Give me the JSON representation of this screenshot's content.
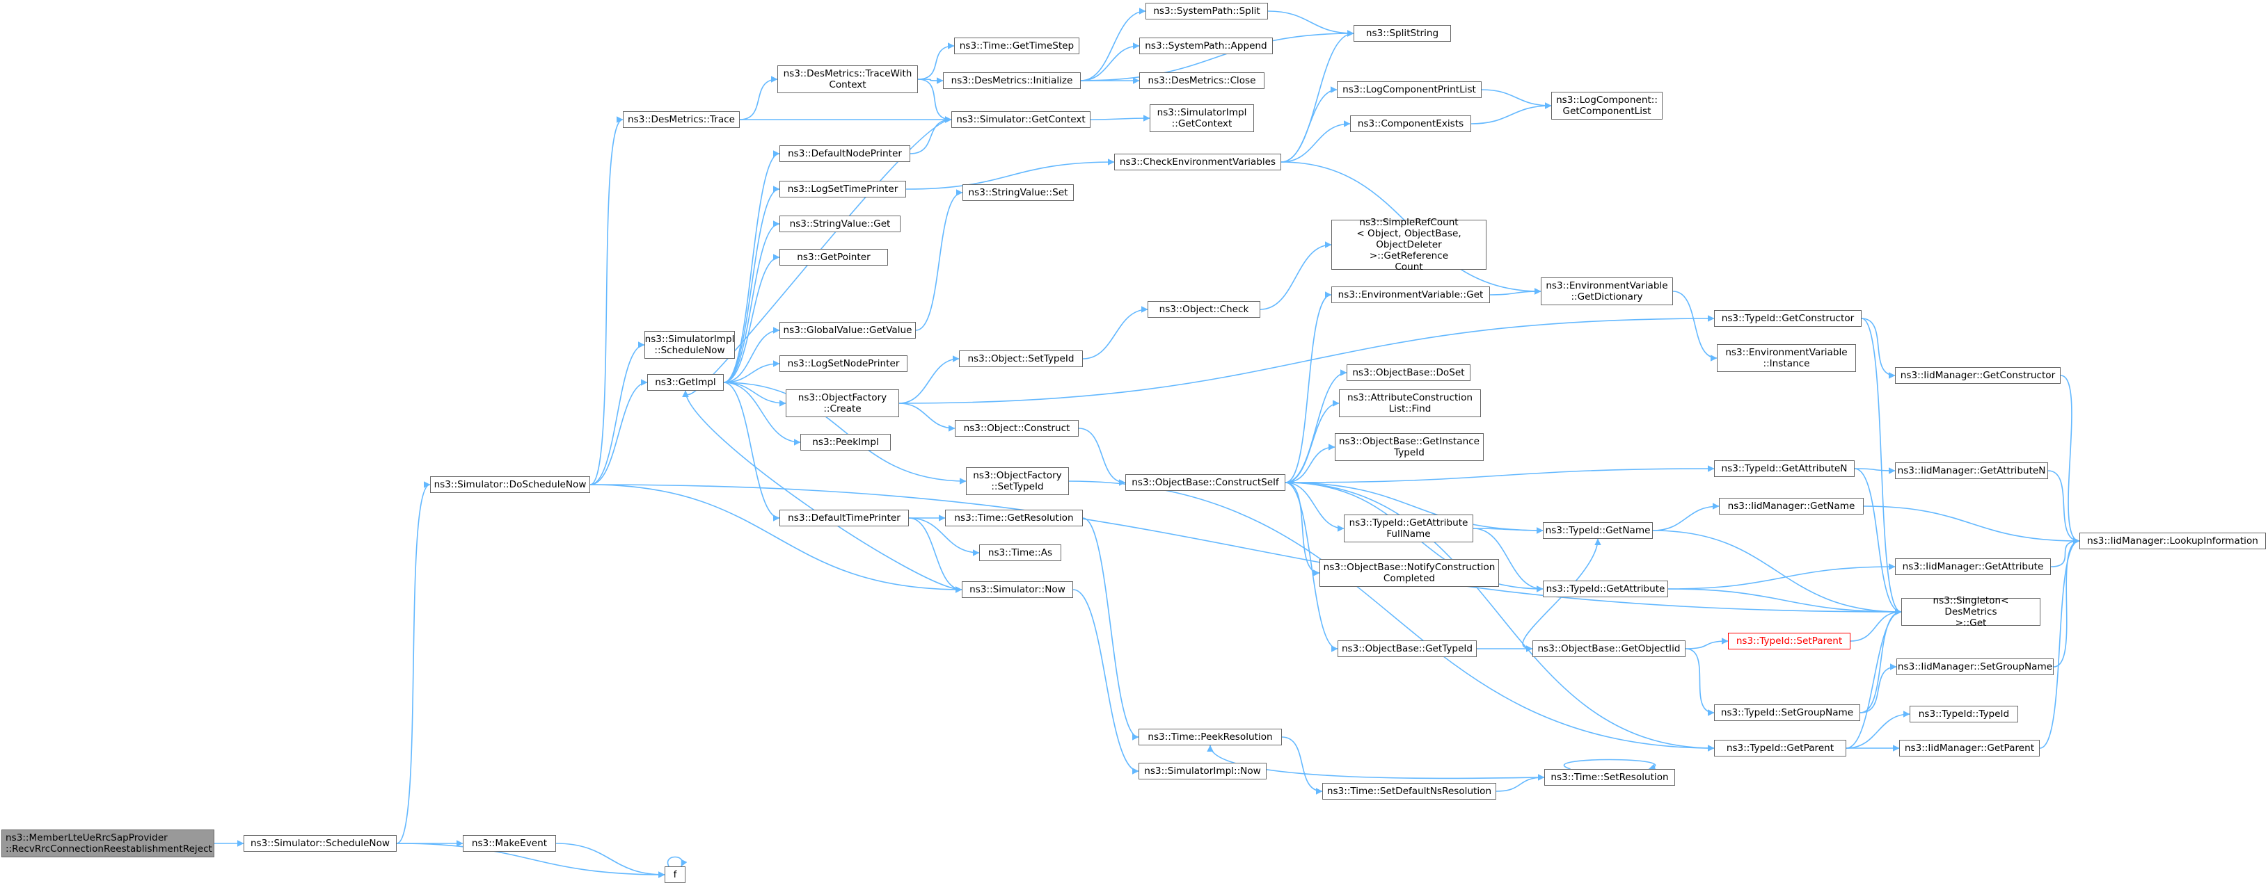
{
  "colors": {
    "edge": "#63b8ff",
    "node_border": "#666666",
    "root_fill": "#999999",
    "highlight_border": "#ff0000"
  },
  "nodes": [
    {
      "id": "root",
      "label": "ns3::MemberLteUeRrcSapProvider\n::RecvRrcConnectionReestablishmentReject"
    },
    {
      "id": "schedNow",
      "label": "ns3::Simulator::ScheduleNow"
    },
    {
      "id": "makeEvent",
      "label": "ns3::MakeEvent"
    },
    {
      "id": "f",
      "label": "f"
    },
    {
      "id": "doSchedNow",
      "label": "ns3::Simulator::DoScheduleNow"
    },
    {
      "id": "desTrace",
      "label": "ns3::DesMetrics::Trace"
    },
    {
      "id": "simImplSchedNow",
      "label": "ns3::SimulatorImpl\n::ScheduleNow"
    },
    {
      "id": "getImpl",
      "label": "ns3::GetImpl"
    },
    {
      "id": "simNow",
      "label": "ns3::Simulator::Now"
    },
    {
      "id": "traceWithCtx",
      "label": "ns3::DesMetrics::TraceWith\nContext"
    },
    {
      "id": "simGetContext",
      "label": "ns3::Simulator::GetContext"
    },
    {
      "id": "timeGetTimeStep",
      "label": "ns3::Time::GetTimeStep"
    },
    {
      "id": "desInit",
      "label": "ns3::DesMetrics::Initialize"
    },
    {
      "id": "sysSplit",
      "label": "ns3::SystemPath::Split"
    },
    {
      "id": "sysAppend",
      "label": "ns3::SystemPath::Append"
    },
    {
      "id": "desClose",
      "label": "ns3::DesMetrics::Close"
    },
    {
      "id": "splitString",
      "label": "ns3::SplitString"
    },
    {
      "id": "simImplGetCtx",
      "label": "ns3::SimulatorImpl\n::GetContext"
    },
    {
      "id": "defNodePrinter",
      "label": "ns3::DefaultNodePrinter"
    },
    {
      "id": "logSetTimePrinter",
      "label": "ns3::LogSetTimePrinter"
    },
    {
      "id": "strValGet",
      "label": "ns3::StringValue::Get"
    },
    {
      "id": "getPointer",
      "label": "ns3::GetPointer"
    },
    {
      "id": "gvGetValue",
      "label": "ns3::GlobalValue::GetValue"
    },
    {
      "id": "logSetNodePrinter",
      "label": "ns3::LogSetNodePrinter"
    },
    {
      "id": "objFactCreate",
      "label": "ns3::ObjectFactory\n::Create"
    },
    {
      "id": "peekImpl",
      "label": "ns3::PeekImpl"
    },
    {
      "id": "objFactSetTypeId",
      "label": "ns3::ObjectFactory\n::SetTypeId"
    },
    {
      "id": "defTimePrinter",
      "label": "ns3::DefaultTimePrinter"
    },
    {
      "id": "strValSet",
      "label": "ns3::StringValue::Set"
    },
    {
      "id": "checkEnvVars",
      "label": "ns3::CheckEnvironmentVariables"
    },
    {
      "id": "logCompPrintList",
      "label": "ns3::LogComponentPrintList"
    },
    {
      "id": "compExists",
      "label": "ns3::ComponentExists"
    },
    {
      "id": "logCompGetList",
      "label": "ns3::LogComponent::\nGetComponentList"
    },
    {
      "id": "simpleRefCount",
      "label": "ns3::SimpleRefCount\n< Object, ObjectBase,\nObjectDeleter >::GetReference\nCount"
    },
    {
      "id": "objCheck",
      "label": "ns3::Object::Check"
    },
    {
      "id": "objSetTypeId",
      "label": "ns3::Object::SetTypeId"
    },
    {
      "id": "objConstruct",
      "label": "ns3::Object::Construct"
    },
    {
      "id": "envVarGet",
      "label": "ns3::EnvironmentVariable::Get"
    },
    {
      "id": "envVarGetDict",
      "label": "ns3::EnvironmentVariable\n::GetDictionary"
    },
    {
      "id": "envVarInstance",
      "label": "ns3::EnvironmentVariable\n::Instance"
    },
    {
      "id": "typeIdGetCtor",
      "label": "ns3::TypeId::GetConstructor"
    },
    {
      "id": "iidGetCtor",
      "label": "ns3::IidManager::GetConstructor"
    },
    {
      "id": "objBaseDoSet",
      "label": "ns3::ObjectBase::DoSet"
    },
    {
      "id": "attrConstrFind",
      "label": "ns3::AttributeConstruction\nList::Find"
    },
    {
      "id": "objBaseGetInstTid",
      "label": "ns3::ObjectBase::GetInstance\nTypeId"
    },
    {
      "id": "objBaseConstructSelf",
      "label": "ns3::ObjectBase::ConstructSelf"
    },
    {
      "id": "typeIdGetAttrN",
      "label": "ns3::TypeId::GetAttributeN"
    },
    {
      "id": "iidGetAttrN",
      "label": "ns3::IidManager::GetAttributeN"
    },
    {
      "id": "timeGetRes",
      "label": "ns3::Time::GetResolution"
    },
    {
      "id": "timeAs",
      "label": "ns3::Time::As"
    },
    {
      "id": "typeIdGetAttrFullName",
      "label": "ns3::TypeId::GetAttribute\nFullName"
    },
    {
      "id": "typeIdGetName",
      "label": "ns3::TypeId::GetName"
    },
    {
      "id": "iidGetName",
      "label": "ns3::IidManager::GetName"
    },
    {
      "id": "iidLookup",
      "label": "ns3::IidManager::LookupInformation"
    },
    {
      "id": "objBaseNotify",
      "label": "ns3::ObjectBase::NotifyConstruction\nCompleted"
    },
    {
      "id": "typeIdGetAttr",
      "label": "ns3::TypeId::GetAttribute"
    },
    {
      "id": "iidGetAttr",
      "label": "ns3::IidManager::GetAttribute"
    },
    {
      "id": "singletonGet",
      "label": "ns3::Singleton< DesMetrics\n>::Get"
    },
    {
      "id": "objBaseGetTid",
      "label": "ns3::ObjectBase::GetTypeId"
    },
    {
      "id": "objBaseGetObjIid",
      "label": "ns3::ObjectBase::GetObjectIid"
    },
    {
      "id": "typeIdSetParent",
      "label": "ns3::TypeId::SetParent"
    },
    {
      "id": "typeIdSetGroupName",
      "label": "ns3::TypeId::SetGroupName"
    },
    {
      "id": "iidSetGroupName",
      "label": "ns3::IidManager::SetGroupName"
    },
    {
      "id": "typeIdTypeId",
      "label": "ns3::TypeId::TypeId"
    },
    {
      "id": "typeIdGetParent",
      "label": "ns3::TypeId::GetParent"
    },
    {
      "id": "iidGetParent",
      "label": "ns3::IidManager::GetParent"
    },
    {
      "id": "timePeekRes",
      "label": "ns3::Time::PeekResolution"
    },
    {
      "id": "simImplNow",
      "label": "ns3::SimulatorImpl::Now"
    },
    {
      "id": "timeSetDefNsRes",
      "label": "ns3::Time::SetDefaultNsResolution"
    },
    {
      "id": "timeSetRes",
      "label": "ns3::Time::SetResolution"
    }
  ],
  "edges": [
    [
      "root",
      "schedNow"
    ],
    [
      "schedNow",
      "makeEvent"
    ],
    [
      "schedNow",
      "f"
    ],
    [
      "makeEvent",
      "f"
    ],
    [
      "f",
      "f"
    ],
    [
      "schedNow",
      "doSchedNow"
    ],
    [
      "doSchedNow",
      "desTrace"
    ],
    [
      "doSchedNow",
      "simImplSchedNow"
    ],
    [
      "doSchedNow",
      "getImpl"
    ],
    [
      "doSchedNow",
      "simNow"
    ],
    [
      "doSchedNow",
      "singletonGet"
    ],
    [
      "desTrace",
      "traceWithCtx"
    ],
    [
      "desTrace",
      "simGetContext"
    ],
    [
      "traceWithCtx",
      "timeGetTimeStep"
    ],
    [
      "traceWithCtx",
      "desInit"
    ],
    [
      "traceWithCtx",
      "simGetContext"
    ],
    [
      "desInit",
      "sysSplit"
    ],
    [
      "desInit",
      "sysAppend"
    ],
    [
      "desInit",
      "desClose"
    ],
    [
      "desInit",
      "splitString"
    ],
    [
      "sysSplit",
      "splitString"
    ],
    [
      "simGetContext",
      "simImplGetCtx"
    ],
    [
      "simGetContext",
      "getImpl"
    ],
    [
      "getImpl",
      "defNodePrinter"
    ],
    [
      "getImpl",
      "logSetTimePrinter"
    ],
    [
      "getImpl",
      "strValGet"
    ],
    [
      "getImpl",
      "getPointer"
    ],
    [
      "getImpl",
      "gvGetValue"
    ],
    [
      "getImpl",
      "logSetNodePrinter"
    ],
    [
      "getImpl",
      "objFactCreate"
    ],
    [
      "getImpl",
      "peekImpl"
    ],
    [
      "getImpl",
      "objFactSetTypeId"
    ],
    [
      "getImpl",
      "defTimePrinter"
    ],
    [
      "defNodePrinter",
      "simGetContext"
    ],
    [
      "logSetTimePrinter",
      "checkEnvVars"
    ],
    [
      "gvGetValue",
      "strValSet"
    ],
    [
      "objFactCreate",
      "objSetTypeId"
    ],
    [
      "objFactCreate",
      "objConstruct"
    ],
    [
      "objFactCreate",
      "typeIdGetCtor"
    ],
    [
      "objFactSetTypeId",
      "typeIdGetParent"
    ],
    [
      "defTimePrinter",
      "timeGetRes"
    ],
    [
      "defTimePrinter",
      "timeAs"
    ],
    [
      "defTimePrinter",
      "simNow"
    ],
    [
      "simNow",
      "getImpl"
    ],
    [
      "simNow",
      "simImplNow"
    ],
    [
      "timeGetRes",
      "timePeekRes"
    ],
    [
      "checkEnvVars",
      "splitString"
    ],
    [
      "checkEnvVars",
      "logCompPrintList"
    ],
    [
      "checkEnvVars",
      "compExists"
    ],
    [
      "checkEnvVars",
      "envVarGetDict"
    ],
    [
      "logCompPrintList",
      "logCompGetList"
    ],
    [
      "compExists",
      "logCompGetList"
    ],
    [
      "objSetTypeId",
      "objCheck"
    ],
    [
      "objCheck",
      "simpleRefCount"
    ],
    [
      "objConstruct",
      "objBaseConstructSelf"
    ],
    [
      "objBaseConstructSelf",
      "envVarGet"
    ],
    [
      "objBaseConstructSelf",
      "objBaseDoSet"
    ],
    [
      "objBaseConstructSelf",
      "attrConstrFind"
    ],
    [
      "objBaseConstructSelf",
      "objBaseGetInstTid"
    ],
    [
      "objBaseConstructSelf",
      "typeIdGetAttrN"
    ],
    [
      "objBaseConstructSelf",
      "typeIdGetAttrFullName"
    ],
    [
      "objBaseConstructSelf",
      "typeIdGetName"
    ],
    [
      "objBaseConstructSelf",
      "objBaseNotify"
    ],
    [
      "objBaseConstructSelf",
      "typeIdGetAttr"
    ],
    [
      "objBaseConstructSelf",
      "objBaseGetTid"
    ],
    [
      "objBaseConstructSelf",
      "typeIdGetParent"
    ],
    [
      "envVarGet",
      "envVarGetDict"
    ],
    [
      "envVarGetDict",
      "envVarInstance"
    ],
    [
      "typeIdGetCtor",
      "iidGetCtor"
    ],
    [
      "typeIdGetCtor",
      "singletonGet"
    ],
    [
      "iidGetCtor",
      "iidLookup"
    ],
    [
      "typeIdGetAttrN",
      "iidGetAttrN"
    ],
    [
      "typeIdGetAttrN",
      "singletonGet"
    ],
    [
      "iidGetAttrN",
      "iidLookup"
    ],
    [
      "typeIdGetAttrFullName",
      "typeIdGetName"
    ],
    [
      "typeIdGetAttrFullName",
      "typeIdGetAttr"
    ],
    [
      "typeIdGetName",
      "iidGetName"
    ],
    [
      "typeIdGetName",
      "singletonGet"
    ],
    [
      "iidGetName",
      "iidLookup"
    ],
    [
      "typeIdGetAttr",
      "iidGetAttr"
    ],
    [
      "typeIdGetAttr",
      "singletonGet"
    ],
    [
      "iidGetAttr",
      "iidLookup"
    ],
    [
      "objBaseGetTid",
      "objBaseGetObjIid"
    ],
    [
      "objBaseGetObjIid",
      "typeIdSetParent"
    ],
    [
      "objBaseGetObjIid",
      "typeIdSetGroupName"
    ],
    [
      "objBaseGetObjIid",
      "typeIdGetName"
    ],
    [
      "typeIdSetParent",
      "singletonGet"
    ],
    [
      "typeIdSetGroupName",
      "iidSetGroupName"
    ],
    [
      "typeIdSetGroupName",
      "singletonGet"
    ],
    [
      "iidSetGroupName",
      "iidLookup"
    ],
    [
      "typeIdGetParent",
      "typeIdTypeId"
    ],
    [
      "typeIdGetParent",
      "iidGetParent"
    ],
    [
      "typeIdGetParent",
      "singletonGet"
    ],
    [
      "iidGetParent",
      "iidLookup"
    ],
    [
      "timeSetRes",
      "timePeekRes"
    ],
    [
      "timeSetRes",
      "timeSetRes"
    ],
    [
      "timePeekRes",
      "timeSetDefNsRes"
    ],
    [
      "timeSetDefNsRes",
      "timeSetRes"
    ]
  ]
}
